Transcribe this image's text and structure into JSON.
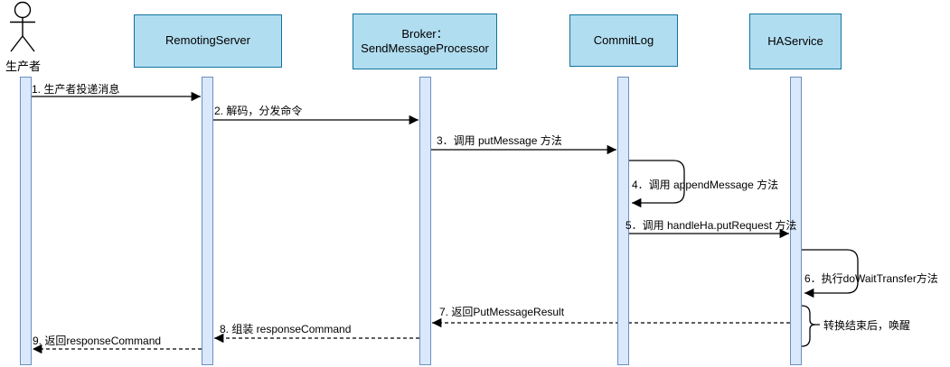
{
  "diagram_type": "uml-sequence",
  "actor": {
    "label": "生产者"
  },
  "participants": [
    {
      "label": "RemotingServer"
    },
    {
      "label": "Broker：\nSendMessageProcessor"
    },
    {
      "label": "CommitLog"
    },
    {
      "label": "HAService"
    }
  ],
  "messages": [
    {
      "label": "1. 生产者投递消息",
      "from": "生产者",
      "to": "RemotingServer",
      "line": "solid"
    },
    {
      "label": "2. 解码，分发命令",
      "from": "RemotingServer",
      "to": "Broker：SendMessageProcessor",
      "line": "solid"
    },
    {
      "label": "3．调用 putMessage 方法",
      "from": "Broker：SendMessageProcessor",
      "to": "CommitLog",
      "line": "solid"
    },
    {
      "label": "4．调用 appendMessage 方法",
      "from": "CommitLog",
      "to": "CommitLog",
      "line": "solid-self"
    },
    {
      "label": "5．调用 handleHa.putRequest 方法",
      "from": "CommitLog",
      "to": "HAService",
      "line": "solid"
    },
    {
      "label": "6．执行doWaitTransfer方法",
      "from": "HAService",
      "to": "HAService",
      "line": "solid-self"
    },
    {
      "label": "7. 返回PutMessageResult",
      "from": "HAService",
      "to": "Broker：SendMessageProcessor",
      "line": "dashed"
    },
    {
      "label": "8. 组装 responseCommand",
      "from": "Broker：SendMessageProcessor",
      "to": "RemotingServer",
      "line": "dashed"
    },
    {
      "label": "9. 返回responseCommand",
      "from": "RemotingServer",
      "to": "生产者",
      "line": "dashed"
    }
  ],
  "annotation": {
    "label": "转换结束后，唤醒"
  },
  "colors": {
    "participant_fill": "#b1ddf0",
    "participant_border": "#10739e",
    "activation_fill": "#dae8fc",
    "activation_border": "#6c8ebf",
    "line_color": "#000000",
    "background": "#ffffff"
  }
}
